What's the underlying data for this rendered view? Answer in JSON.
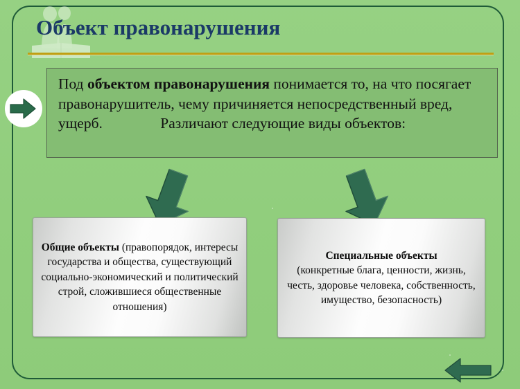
{
  "slide": {
    "title": "Объект правонарушения",
    "background_color": "#92d07f",
    "frame_color": "#1f5b38",
    "title_color": "#1b3a67",
    "rule_color": "#bfa014"
  },
  "definition": {
    "line1_prefix": "Под ",
    "line1_bold": "объектом правонарушения",
    "line1_suffix": " понимается то, на что посягает правонарушитель, чему причиняется непосредственный вред, ущерб.",
    "line2": "Различают следующие виды объектов:",
    "box_fill": "#84bd73",
    "box_border": "#55664f"
  },
  "categories": [
    {
      "name": "general-objects",
      "heading": "Общие объекты",
      "body": " (правопорядок, интересы государства и общества, существующий социально-экономический и политический строй, сложившиеся общественные отношения)"
    },
    {
      "name": "special-objects",
      "heading": "Специальные объекты",
      "body": "(конкретные блага, ценности, жизнь, честь, здоровье человека, собственность, имущество, безопасность)"
    }
  ],
  "icons": {
    "bullet_arrow": "arrow-right-circle-icon",
    "branch_left": "arrow-down-left-icon",
    "branch_right": "arrow-down-right-icon",
    "nav_back": "arrow-left-icon",
    "watermark": "people-book-watermark-icon",
    "arrow_fill": "#2f6b50",
    "arrow_fill_dark": "#265c44",
    "badge_fill": "#ffffff"
  }
}
